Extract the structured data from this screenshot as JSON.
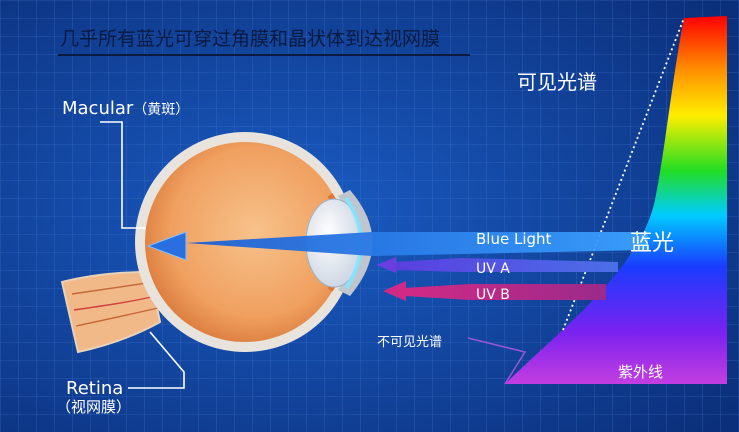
{
  "title": "几乎所有蓝光可穿过角膜和晶状体到达视网膜",
  "labels": {
    "macular_en": "Macular",
    "macular_cn": "（黄斑）",
    "retina_en": "Retina",
    "retina_cn": "（视网膜）",
    "visible_spectrum": "可见光谱",
    "blue_light": "Blue Light",
    "uv_a": "UV A",
    "uv_b": "UV B",
    "blue_light_cn": "蓝光",
    "invisible_spectrum": "不可见光谱",
    "ultraviolet": "紫外线"
  },
  "colors": {
    "background": "#0d3f9e",
    "grid": "#3f73cf",
    "blue_light_arrow": "#2f7fe0",
    "uva_arrow": "#6a3fe0",
    "uvb_arrow": "#c0306e",
    "eye": "#f2a05c"
  }
}
